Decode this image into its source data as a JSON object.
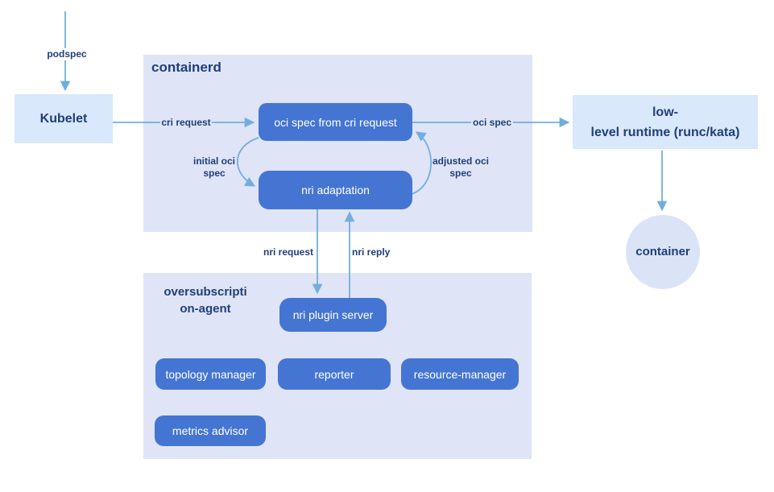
{
  "colors": {
    "blue": "#4575d2",
    "region": "#dfe4f7",
    "node": "#d9e8fb",
    "circle": "#dbe3f6",
    "arrow": "#72aedd",
    "navy": "#204077",
    "canvas": "#ffffff",
    "box_text": "#ffffff"
  },
  "nodes": {
    "kubelet": {
      "label": "Kubelet"
    },
    "containerd_group": {
      "label": "containerd"
    },
    "oci_spec_from_cri_request": {
      "label": "oci spec from cri request"
    },
    "nri_adaptation": {
      "label": "nri adaptation"
    },
    "low_level_runtime": {
      "label": "low-\nlevel runtime (runc/kata)"
    },
    "container": {
      "label": "container"
    },
    "oversubscription_agent_group": {
      "label": "oversubscripti\non-agent"
    },
    "nri_plugin_server": {
      "label": "nri plugin server"
    },
    "topology_manager": {
      "label": "topology manager"
    },
    "reporter": {
      "label": "reporter"
    },
    "resource_manager": {
      "label": "resource-manager"
    },
    "metrics_advisor": {
      "label": "metrics advisor"
    }
  },
  "edges": {
    "podspec": {
      "label": "podspec",
      "from": "external",
      "to": "kubelet"
    },
    "cri_request": {
      "label": "cri request",
      "from": "kubelet",
      "to": "oci_spec_from_cri_request"
    },
    "oci_spec": {
      "label": "oci spec",
      "from": "oci_spec_from_cri_request",
      "to": "low_level_runtime"
    },
    "initial_oci_spec": {
      "label": "initial oci\nspec",
      "from": "oci_spec_from_cri_request",
      "to": "nri_adaptation"
    },
    "adjusted_oci_spec": {
      "label": "adjusted oci\nspec",
      "from": "nri_adaptation",
      "to": "oci_spec_from_cri_request"
    },
    "nri_request": {
      "label": "nri request",
      "from": "nri_adaptation",
      "to": "nri_plugin_server"
    },
    "nri_reply": {
      "label": "nri reply",
      "from": "nri_plugin_server",
      "to": "nri_adaptation"
    },
    "runtime_to_container": {
      "label": "",
      "from": "low_level_runtime",
      "to": "container"
    }
  }
}
